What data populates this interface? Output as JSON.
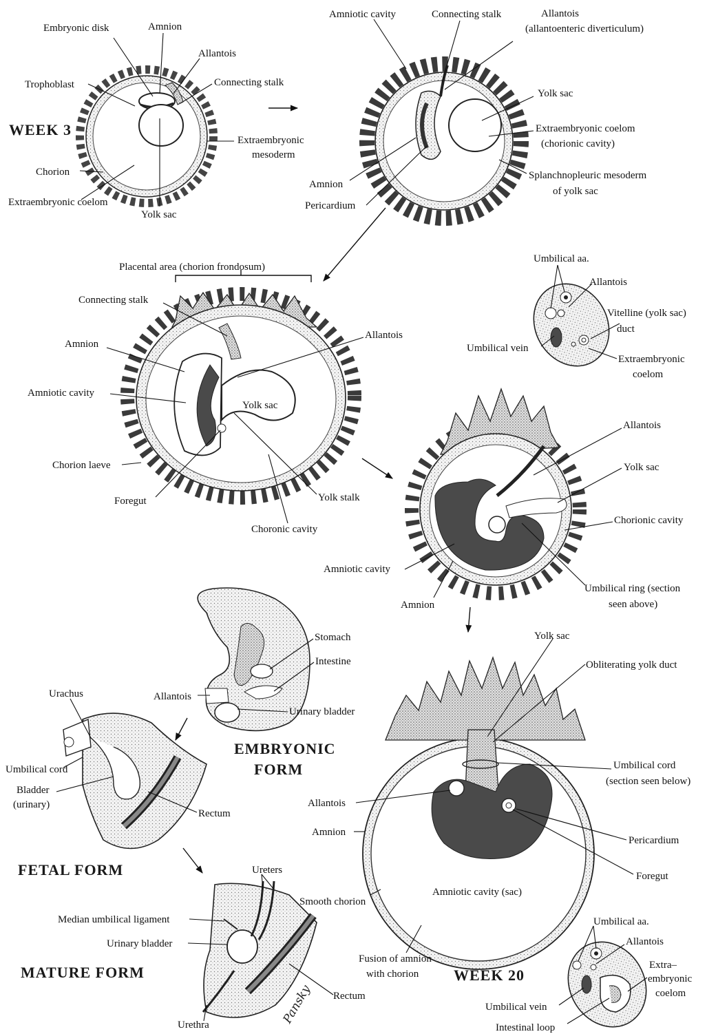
{
  "labels": {
    "embryonic_disk": "Embryonic disk",
    "amnion_1": "Amnion",
    "allantois_1": "Allantois",
    "trophoblast": "Trophoblast",
    "connecting_stalk_1": "Connecting stalk",
    "week3": "WEEK 3",
    "extraembryonic_mesoderm_1": "Extraembryonic",
    "extraembryonic_mesoderm_2": "mesoderm",
    "chorion": "Chorion",
    "extraembryonic_coelom_1": "Extraembryonic coelom",
    "yolk_sac_1": "Yolk sac",
    "amniotic_cavity_2": "Amniotic cavity",
    "connecting_stalk_2": "Connecting stalk",
    "allantois_2a": "Allantois",
    "allantois_2b": "(allantoenteric diverticulum)",
    "yolk_sac_2": "Yolk sac",
    "extraembryonic_coelom_2a": "Extraembryonic coelom",
    "extraembryonic_coelom_2b": "(chorionic cavity)",
    "amnion_2": "Amnion",
    "splanchnopleuric_1": "Splanchnopleuric mesoderm",
    "splanchnopleuric_2": "of yolk sac",
    "pericardium_2": "Pericardium",
    "placental_area": "Placental area (chorion frondosum)",
    "connecting_stalk_3": "Connecting stalk",
    "amnion_3": "Amnion",
    "allantois_3": "Allantois",
    "amniotic_cavity_3": "Amniotic cavity",
    "yolk_sac_3": "Yolk sac",
    "chorion_laeve": "Chorion laeve",
    "foregut_3": "Foregut",
    "yolk_stalk": "Yolk stalk",
    "choronic_cavity": "Choronic cavity",
    "umbilical_aa_1": "Umbilical aa.",
    "allantois_4": "Allantois",
    "vitelline_1": "Vitelline (yolk sac)",
    "vitelline_2": "duct",
    "umbilical_vein_1": "Umbilical vein",
    "extraembryonic_coelom_4a": "Extraembryonic",
    "extraembryonic_coelom_4b": "coelom",
    "allantois_5": "Allantois",
    "yolk_sac_5": "Yolk sac",
    "chorionic_cavity_5": "Chorionic cavity",
    "amniotic_cavity_5": "Amniotic cavity",
    "umbilical_ring_1": "Umbilical ring (section",
    "umbilical_ring_2": "seen above)",
    "amnion_5": "Amnion",
    "stomach": "Stomach",
    "intestine": "Intestine",
    "allantois_6": "Allantois",
    "urinary_bladder_6": "Urinary bladder",
    "embryonic_form_1": "EMBRYONIC",
    "embryonic_form_2": "FORM",
    "urachus": "Urachus",
    "umbilical_cord_7": "Umbilical cord",
    "bladder_1": "Bladder",
    "bladder_2": "(urinary)",
    "rectum_7": "Rectum",
    "fetal_form": "FETAL FORM",
    "yolk_sac_8": "Yolk sac",
    "obliterating": "Obliterating yolk duct",
    "umbilical_cord_8a": "Umbilical cord",
    "umbilical_cord_8b": "(section seen below)",
    "allantois_8": "Allantois",
    "amnion_8": "Amnion",
    "pericardium_8": "Pericardium",
    "foregut_8": "Foregut",
    "amniotic_cavity_sac": "Amniotic cavity (sac)",
    "smooth_chorion": "Smooth chorion",
    "fusion_1": "Fusion of amnion",
    "fusion_2": "with chorion",
    "week20": "WEEK 20",
    "ureters": "Ureters",
    "median_umbilical": "Median umbilical ligament",
    "urinary_bladder_9": "Urinary bladder",
    "mature_form": "MATURE FORM",
    "rectum_9": "Rectum",
    "urethra": "Urethra",
    "umbilical_aa_10": "Umbilical aa.",
    "allantois_10": "Allantois",
    "extra_embryonic_10a": "Extra–",
    "extra_embryonic_10b": "embryonic",
    "extra_embryonic_10c": "coelom",
    "umbilical_vein_10": "Umbilical vein",
    "intestinal_loop": "Intestinal loop",
    "signature": "Pansky"
  }
}
